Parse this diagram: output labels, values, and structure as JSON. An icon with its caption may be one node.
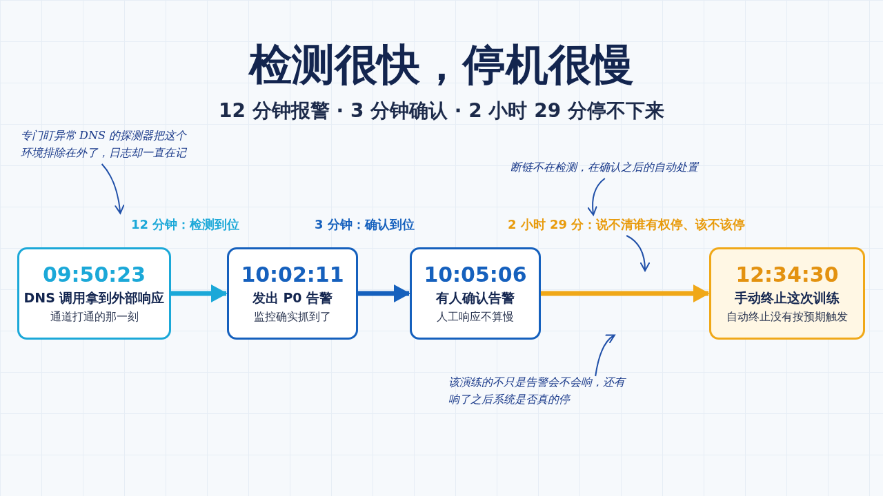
{
  "diagram": {
    "title": "检测很快，停机很慢",
    "nodes": [
      {
        "text": [
          "专门盯异常 DNS 的探测器把这个环境排除在外了，日志却一直在记"
        ]
      },
      {
        "text": [
          "断链不在检测，在确认之后的自动处置"
        ]
      },
      {
        "text": [
          "12 分钟：检测到位"
        ]
      },
      {
        "text": [
          "3 分钟：确认到位"
        ]
      },
      {
        "text": [
          "2 小时 29 分：说不清谁有权停、该不该停"
        ]
      },
      {
        "text": [
          "09:50:23",
          "DNS 调用拿到外部响应",
          "通道打通的那一刻"
        ]
      },
      {
        "text": [
          "10:02:11",
          "发出 P0 告警",
          "监控确实抓到了"
        ]
      },
      {
        "text": [
          "10:05:06",
          "有人确认告警",
          "人工响应不算慢"
        ]
      },
      {
        "text": [
          "12:34:30",
          "手动终止这次训练",
          "自动终止没有按预期触发"
        ]
      },
      {
        "text": [
          "该演练的不只是告警会不会响，还有响了之后系统是否真的停"
        ]
      }
    ],
    "edges": [
      {
        "from": 5,
        "to": 6,
        "arrow": "to",
        "style": "thick",
        "color": "#1ba8d8"
      },
      {
        "from": 6,
        "to": 7,
        "arrow": "to",
        "style": "thick",
        "color": "#1560bd"
      },
      {
        "from": 7,
        "to": 8,
        "arrow": "to",
        "style": "thick",
        "color": "#f0a818"
      },
      {
        "from": 0,
        "to": 2,
        "arrow": "to",
        "color": "#1f4fa8"
      },
      {
        "from": 1,
        "to": 4,
        "arrow": "to",
        "color": "#1f4fa8"
      },
      {
        "from": 4,
        "to": null,
        "arrow": "to",
        "color": "#1f4fa8"
      },
      {
        "from": 9,
        "to": null,
        "arrow": "to",
        "color": "#1f4fa8"
      }
    ],
    "labels": [
      "12 分钟报警 · 3 分钟确认 · 2 小时 29 分停不下来"
    ]
  }
}
